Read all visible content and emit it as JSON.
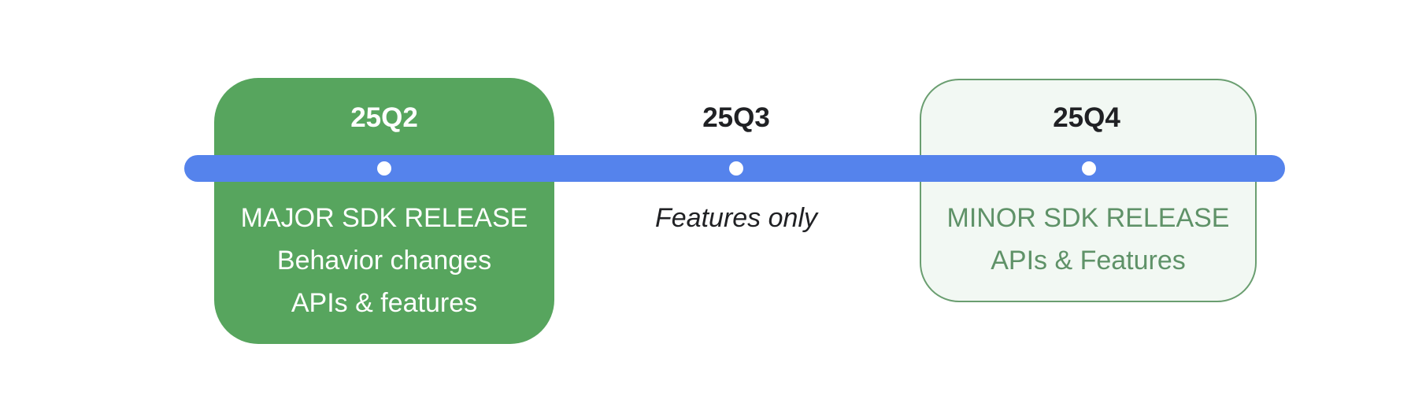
{
  "colors": {
    "timeline": "#5583ec",
    "major_box": "#57a55e",
    "minor_box_fill": "#f2f8f3",
    "minor_box_border": "#6a9e70",
    "minor_text": "#5f9268",
    "dark_text": "#202124"
  },
  "milestones": [
    {
      "quarter": "25Q2",
      "lines": [
        "MAJOR SDK RELEASE",
        "Behavior changes",
        "APIs & features"
      ]
    },
    {
      "quarter": "25Q3",
      "lines": [
        "Features only"
      ]
    },
    {
      "quarter": "25Q4",
      "lines": [
        "MINOR SDK RELEASE",
        "APIs & Features"
      ]
    }
  ]
}
